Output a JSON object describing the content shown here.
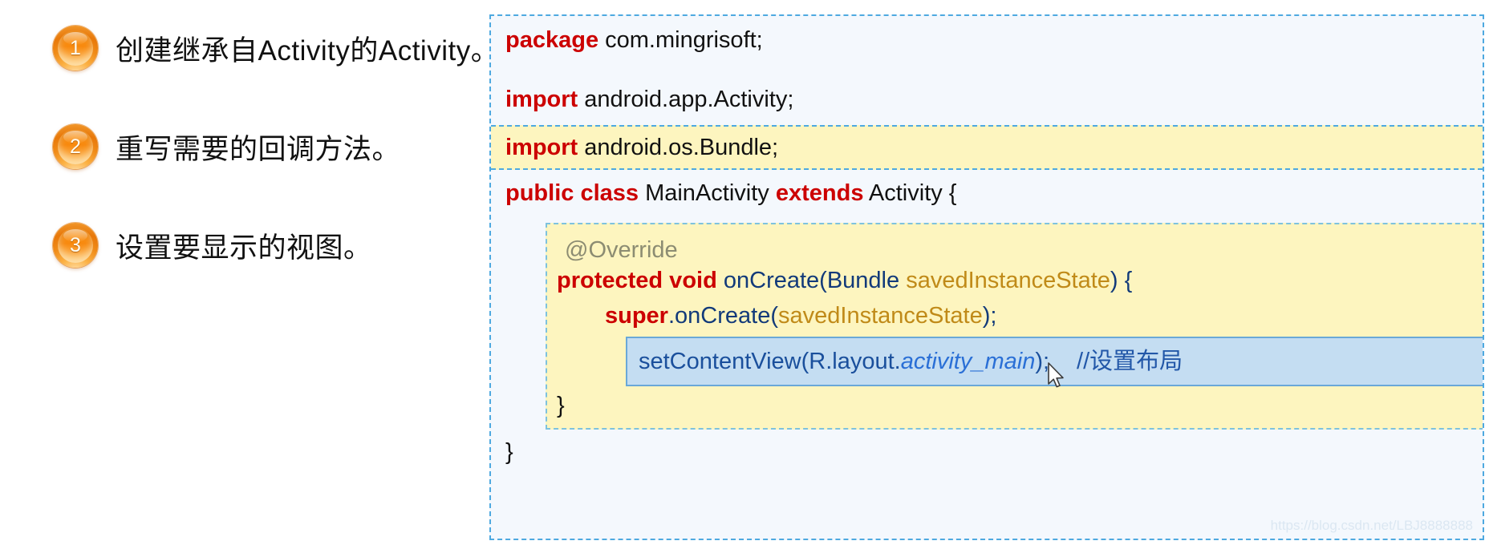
{
  "steps": [
    {
      "number": "1",
      "text": "创建继承自Activity的Activity。"
    },
    {
      "number": "2",
      "text": "重写需要的回调方法。"
    },
    {
      "number": "3",
      "text": "设置要显示的视图。"
    }
  ],
  "code": {
    "package_line": {
      "keyword": "package",
      "rest": " com.mingrisoft;"
    },
    "import_activity": {
      "keyword": "import",
      "rest": " android.app.Activity;"
    },
    "import_bundle": {
      "keyword": "import",
      "rest": " android.os.Bundle;"
    },
    "class_decl": {
      "kw1": "public class",
      "name": " MainActivity ",
      "kw2": "extends",
      "rest": " Activity {"
    },
    "override_annotation": "@Override",
    "method_signature": {
      "modifiers": "protected void",
      "name": " onCreate(Bundle ",
      "param": "savedInstanceState",
      "tail": ") {"
    },
    "super_call": {
      "keyword": "super",
      "name": ".onCreate(",
      "param": "savedInstanceState",
      "tail": ");"
    },
    "set_content_view": {
      "call": "setContentView(R.layout.",
      "resource": "activity_main",
      "tail": ");",
      "comment": "//设置布局"
    },
    "close_method": "}",
    "close_class": "}"
  },
  "watermark": "https://blog.csdn.net/LBJ8888888",
  "colors": {
    "keyword_red": "#cc0000",
    "navy": "#123a7a",
    "gold": "#c08a18",
    "annotation_gray": "#8c8c72",
    "highlight_yellow": "#fdf5bf",
    "highlight_blue": "#c4ddf2",
    "panel_border": "#4ea9e0",
    "badge_orange": "#f08b18"
  }
}
